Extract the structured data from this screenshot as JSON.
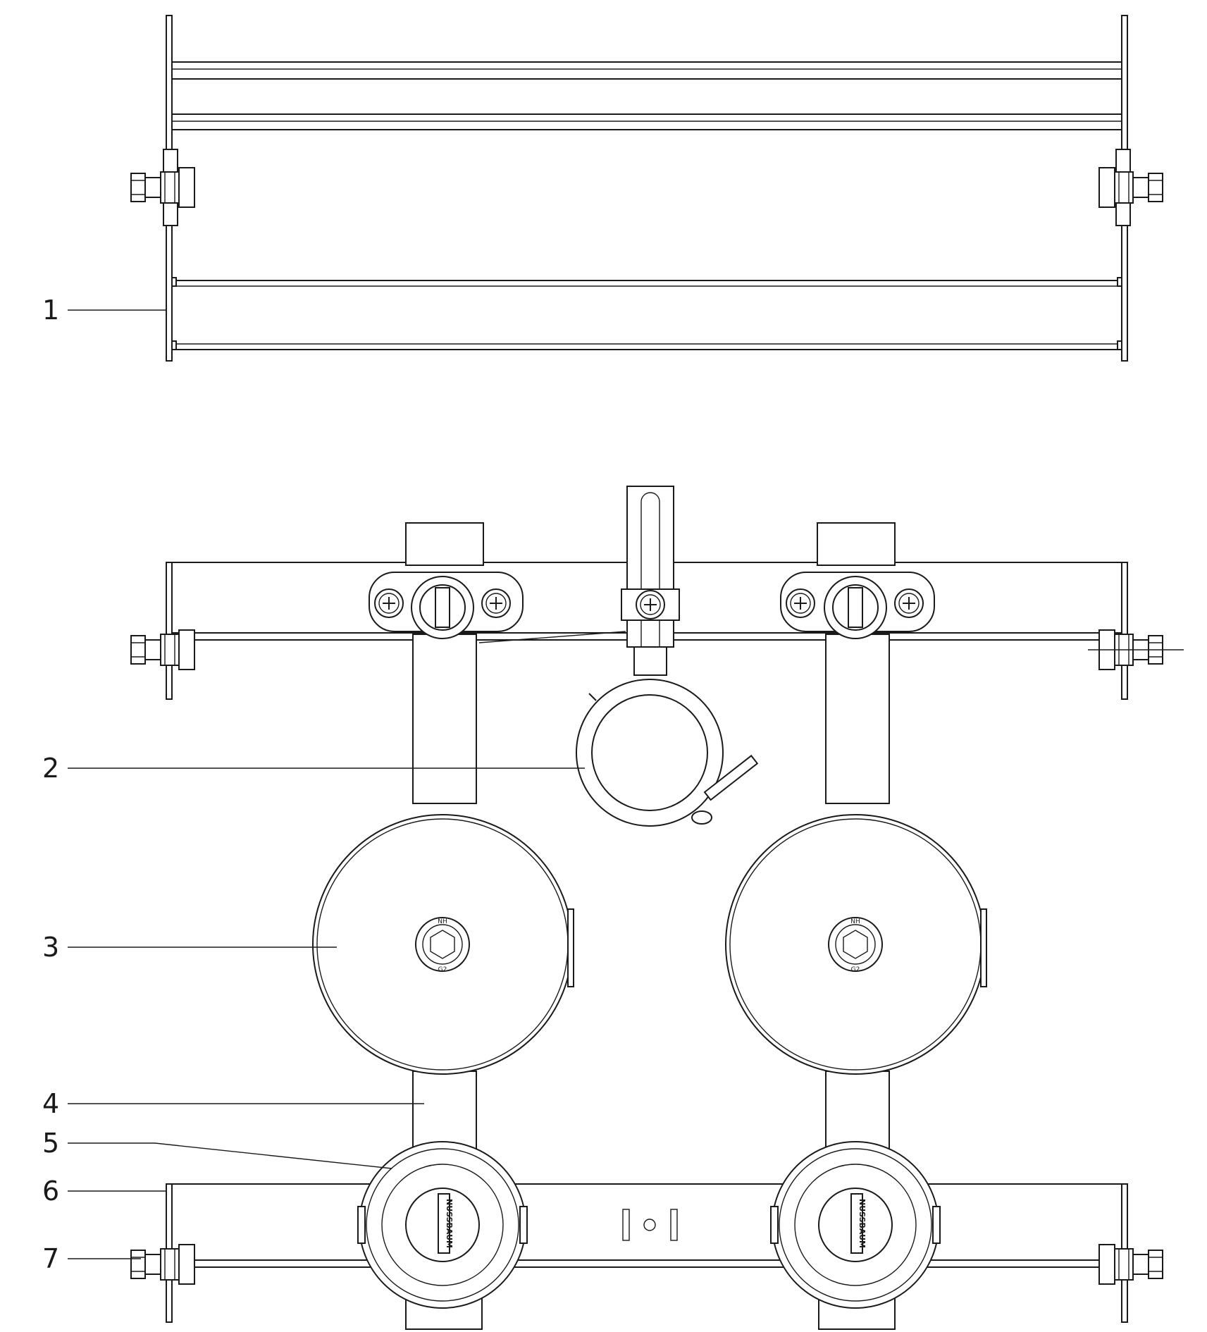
{
  "callouts": [
    {
      "id": "callout-1",
      "label": "1"
    },
    {
      "id": "callout-2",
      "label": "2"
    },
    {
      "id": "callout-3",
      "label": "3"
    },
    {
      "id": "callout-4",
      "label": "4"
    },
    {
      "id": "callout-5",
      "label": "5"
    },
    {
      "id": "callout-6",
      "label": "6"
    },
    {
      "id": "callout-7",
      "label": "7"
    }
  ],
  "markings": {
    "brand_left": "NUSSBAUM",
    "brand_right": "NUSSBAUM",
    "cap_top": "NH",
    "cap_bottom": "G2"
  }
}
